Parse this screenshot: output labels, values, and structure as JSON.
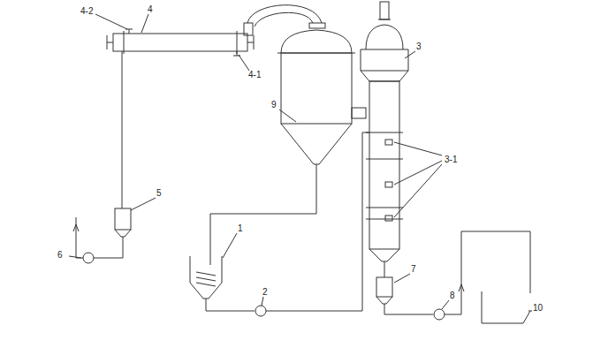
{
  "diagram": {
    "labels": [
      "4-2",
      "4",
      "4-1",
      "9",
      "3",
      "3-1",
      "5",
      "6",
      "1",
      "2",
      "7",
      "8",
      "10"
    ]
  }
}
